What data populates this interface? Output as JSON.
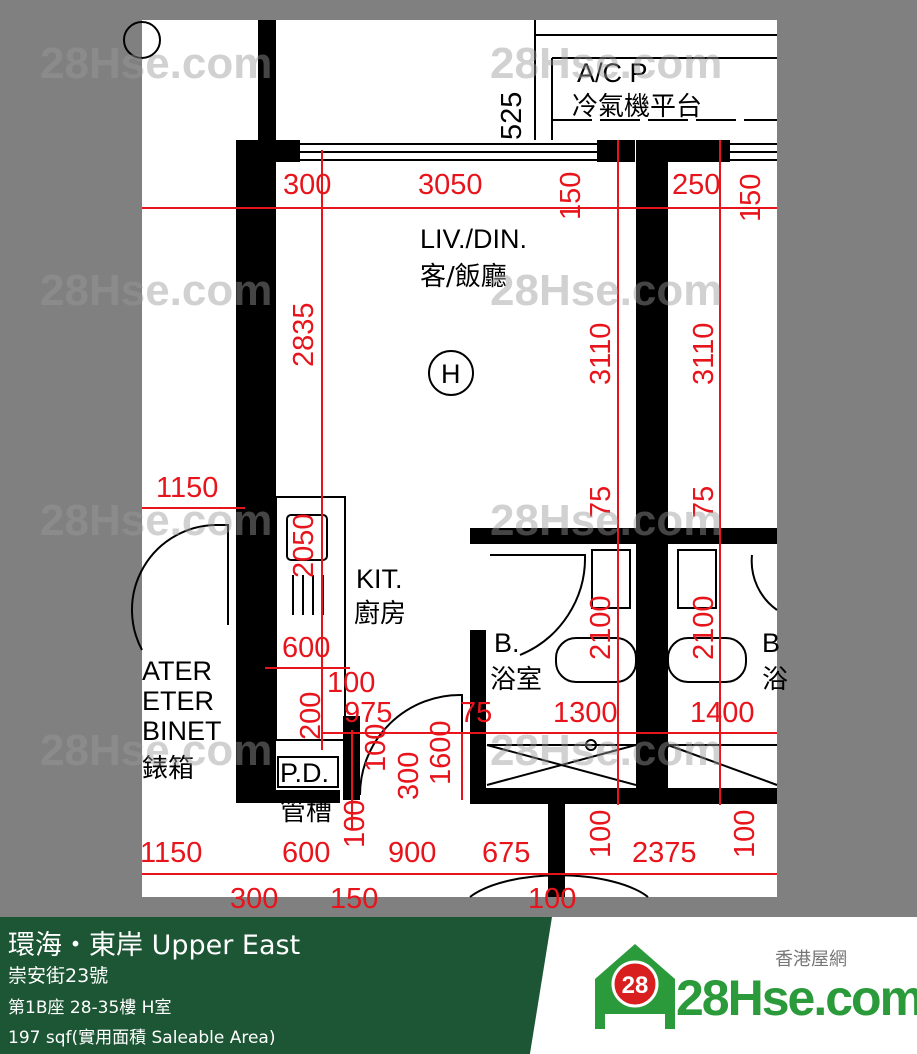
{
  "plan": {
    "watermark": "28Hse.com",
    "watermark_badge": "28",
    "rooms": {
      "liv_en": "LIV./DIN.",
      "liv_cn": "客/飯廳",
      "unit_letter": "H",
      "kit_en": "KIT.",
      "kit_cn": "廚房",
      "bath_en": "B.",
      "bath_cn": "浴室",
      "pd_en": "P.D.",
      "pd_cn": "管槽",
      "acp_en": "A/C P",
      "acp_cn": "冷氣機平台",
      "meter_1": "ATER",
      "meter_2": "ETER",
      "meter_3": "BINET",
      "meter_cn": "錶箱",
      "bath2_en": "B",
      "bath2_cn": "浴"
    },
    "dimensions": [
      "300",
      "3050",
      "150",
      "250",
      "150",
      "525",
      "2835",
      "3110",
      "3110",
      "1150",
      "2050",
      "75",
      "75",
      "2100",
      "2100",
      "600",
      "100",
      "200",
      "975",
      "75",
      "1300",
      "1400",
      "100",
      "300",
      "1600",
      "100",
      "100",
      "100",
      "1150",
      "600",
      "900",
      "675",
      "2375",
      "300",
      "150",
      "100"
    ],
    "colors": {
      "dimension": "#e8141c",
      "wall": "#000000",
      "banner": "#1c5634",
      "brand": "#2a9a3a"
    }
  },
  "banner": {
    "title": "環海・東岸 Upper East",
    "address": "崇安街23號",
    "unit": "第1B座 28-35樓 H室",
    "area": "197 sqf(實用面積 Saleable Area)"
  },
  "logo": {
    "badge": "28",
    "name": "28Hse.com",
    "cn": "香港屋網"
  }
}
